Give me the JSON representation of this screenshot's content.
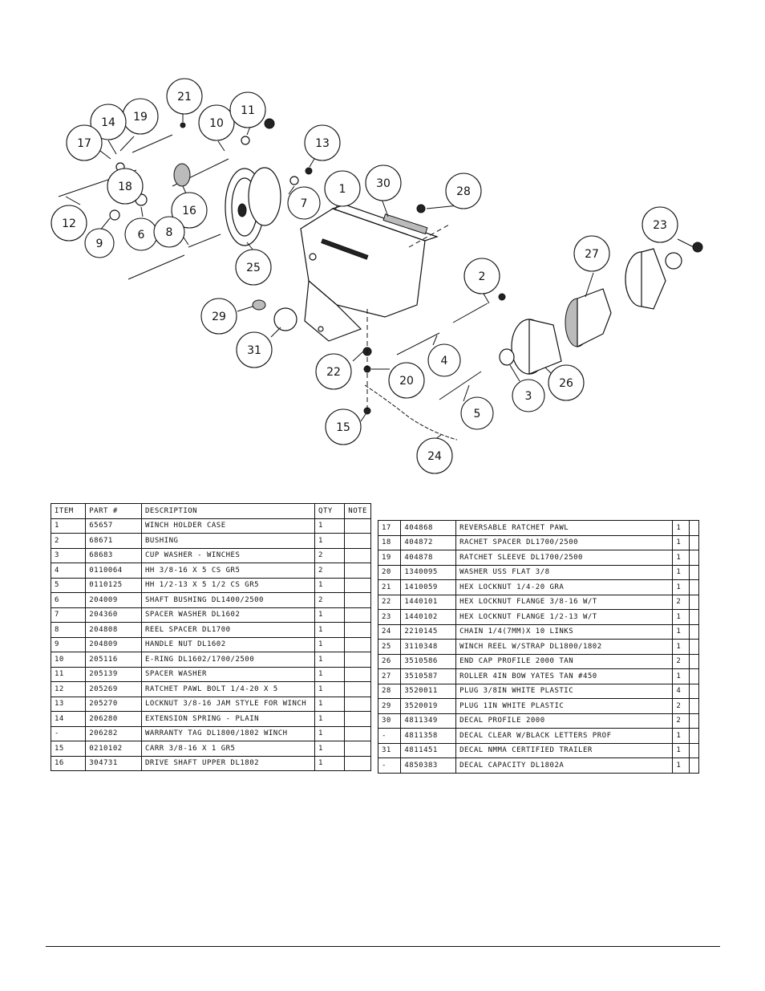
{
  "table_headers": {
    "item": "ITEM",
    "part": "PART #",
    "description": "DESCRIPTION",
    "qty": "QTY",
    "note": "NOTE"
  },
  "parts_left": [
    {
      "item": "1",
      "part": "65657",
      "description": "WINCH HOLDER CASE",
      "qty": "1",
      "note": ""
    },
    {
      "item": "2",
      "part": "68671",
      "description": "BUSHING",
      "qty": "1",
      "note": ""
    },
    {
      "item": "3",
      "part": "68683",
      "description": "CUP WASHER - WINCHES",
      "qty": "2",
      "note": ""
    },
    {
      "item": "4",
      "part": "0110064",
      "description": "HH 3/8-16 X 5 CS GR5",
      "qty": "2",
      "note": ""
    },
    {
      "item": "5",
      "part": "0110125",
      "description": "HH 1/2-13 X 5 1/2 CS GR5",
      "qty": "1",
      "note": ""
    },
    {
      "item": "6",
      "part": "204009",
      "description": "SHAFT BUSHING  DL1400/2500",
      "qty": "2",
      "note": ""
    },
    {
      "item": "7",
      "part": "204360",
      "description": "SPACER WASHER  DL1602",
      "qty": "1",
      "note": ""
    },
    {
      "item": "8",
      "part": "204808",
      "description": "REEL SPACER  DL1700",
      "qty": "1",
      "note": ""
    },
    {
      "item": "9",
      "part": "204809",
      "description": "HANDLE NUT  DL1602",
      "qty": "1",
      "note": ""
    },
    {
      "item": "10",
      "part": "205116",
      "description": "E-RING DL1602/1700/2500",
      "qty": "1",
      "note": ""
    },
    {
      "item": "11",
      "part": "205139",
      "description": "SPACER WASHER",
      "qty": "1",
      "note": ""
    },
    {
      "item": "12",
      "part": "205269",
      "description": "RATCHET PAWL BOLT 1/4-20 X 5",
      "qty": "1",
      "note": ""
    },
    {
      "item": "13",
      "part": "205270",
      "description": "LOCKNUT 3/8-16 JAM STYLE FOR WINCH",
      "qty": "1",
      "note": ""
    },
    {
      "item": "14",
      "part": "206280",
      "description": "EXTENSION SPRING - PLAIN",
      "qty": "1",
      "note": ""
    },
    {
      "item": "-",
      "part": "206282",
      "description": "WARRANTY TAG DL1800/1802 WINCH",
      "qty": "1",
      "note": ""
    },
    {
      "item": "15",
      "part": "0210102",
      "description": "CARR 3/8-16 X 1 GR5",
      "qty": "1",
      "note": ""
    },
    {
      "item": "16",
      "part": "304731",
      "description": "DRIVE SHAFT UPPER  DL1802",
      "qty": "1",
      "note": ""
    }
  ],
  "parts_right": [
    {
      "item": "17",
      "part": "404868",
      "description": "REVERSABLE RATCHET PAWL",
      "qty": "1",
      "note": ""
    },
    {
      "item": "18",
      "part": "404872",
      "description": "RACHET SPACER  DL1700/2500",
      "qty": "1",
      "note": ""
    },
    {
      "item": "19",
      "part": "404878",
      "description": "RATCHET SLEEVE  DL1700/2500",
      "qty": "1",
      "note": ""
    },
    {
      "item": "20",
      "part": "1340095",
      "description": "WASHER USS FLAT 3/8",
      "qty": "1",
      "note": ""
    },
    {
      "item": "21",
      "part": "1410059",
      "description": "HEX LOCKNUT 1/4-20 GRA",
      "qty": "1",
      "note": ""
    },
    {
      "item": "22",
      "part": "1440101",
      "description": "HEX LOCKNUT FLANGE 3/8-16 W/T",
      "qty": "2",
      "note": ""
    },
    {
      "item": "23",
      "part": "1440102",
      "description": "HEX LOCKNUT FLANGE 1/2-13 W/T",
      "qty": "1",
      "note": ""
    },
    {
      "item": "24",
      "part": "2210145",
      "description": "CHAIN 1/4(7MM)X 10 LINKS",
      "qty": "1",
      "note": ""
    },
    {
      "item": "25",
      "part": "3110348",
      "description": "WINCH REEL W/STRAP  DL1800/1802",
      "qty": "1",
      "note": ""
    },
    {
      "item": "26",
      "part": "3510586",
      "description": "END CAP PROFILE 2000 TAN",
      "qty": "2",
      "note": ""
    },
    {
      "item": "27",
      "part": "3510587",
      "description": "ROLLER 4IN BOW YATES TAN #450",
      "qty": "1",
      "note": ""
    },
    {
      "item": "28",
      "part": "3520011",
      "description": "PLUG  3/8IN WHITE PLASTIC",
      "qty": "4",
      "note": ""
    },
    {
      "item": "29",
      "part": "3520019",
      "description": "PLUG  1IN WHITE PLASTIC",
      "qty": "2",
      "note": ""
    },
    {
      "item": "30",
      "part": "4811349",
      "description": "DECAL PROFILE 2000",
      "qty": "2",
      "note": ""
    },
    {
      "item": "-",
      "part": "4811358",
      "description": "DECAL CLEAR W/BLACK LETTERS PROF",
      "qty": "1",
      "note": ""
    },
    {
      "item": "31",
      "part": "4811451",
      "description": "DECAL NMMA CERTIFIED TRAILER",
      "qty": "1",
      "note": ""
    },
    {
      "item": "-",
      "part": "4850383",
      "description": "DECAL CAPACITY DL1802A",
      "qty": "1",
      "note": ""
    }
  ],
  "callouts": [
    "21",
    "19",
    "14",
    "17",
    "10",
    "11",
    "13",
    "18",
    "16",
    "1",
    "30",
    "28",
    "12",
    "9",
    "6",
    "8",
    "7",
    "25",
    "23",
    "27",
    "2",
    "29",
    "31",
    "22",
    "20",
    "4",
    "26",
    "3",
    "5",
    "15",
    "24"
  ]
}
